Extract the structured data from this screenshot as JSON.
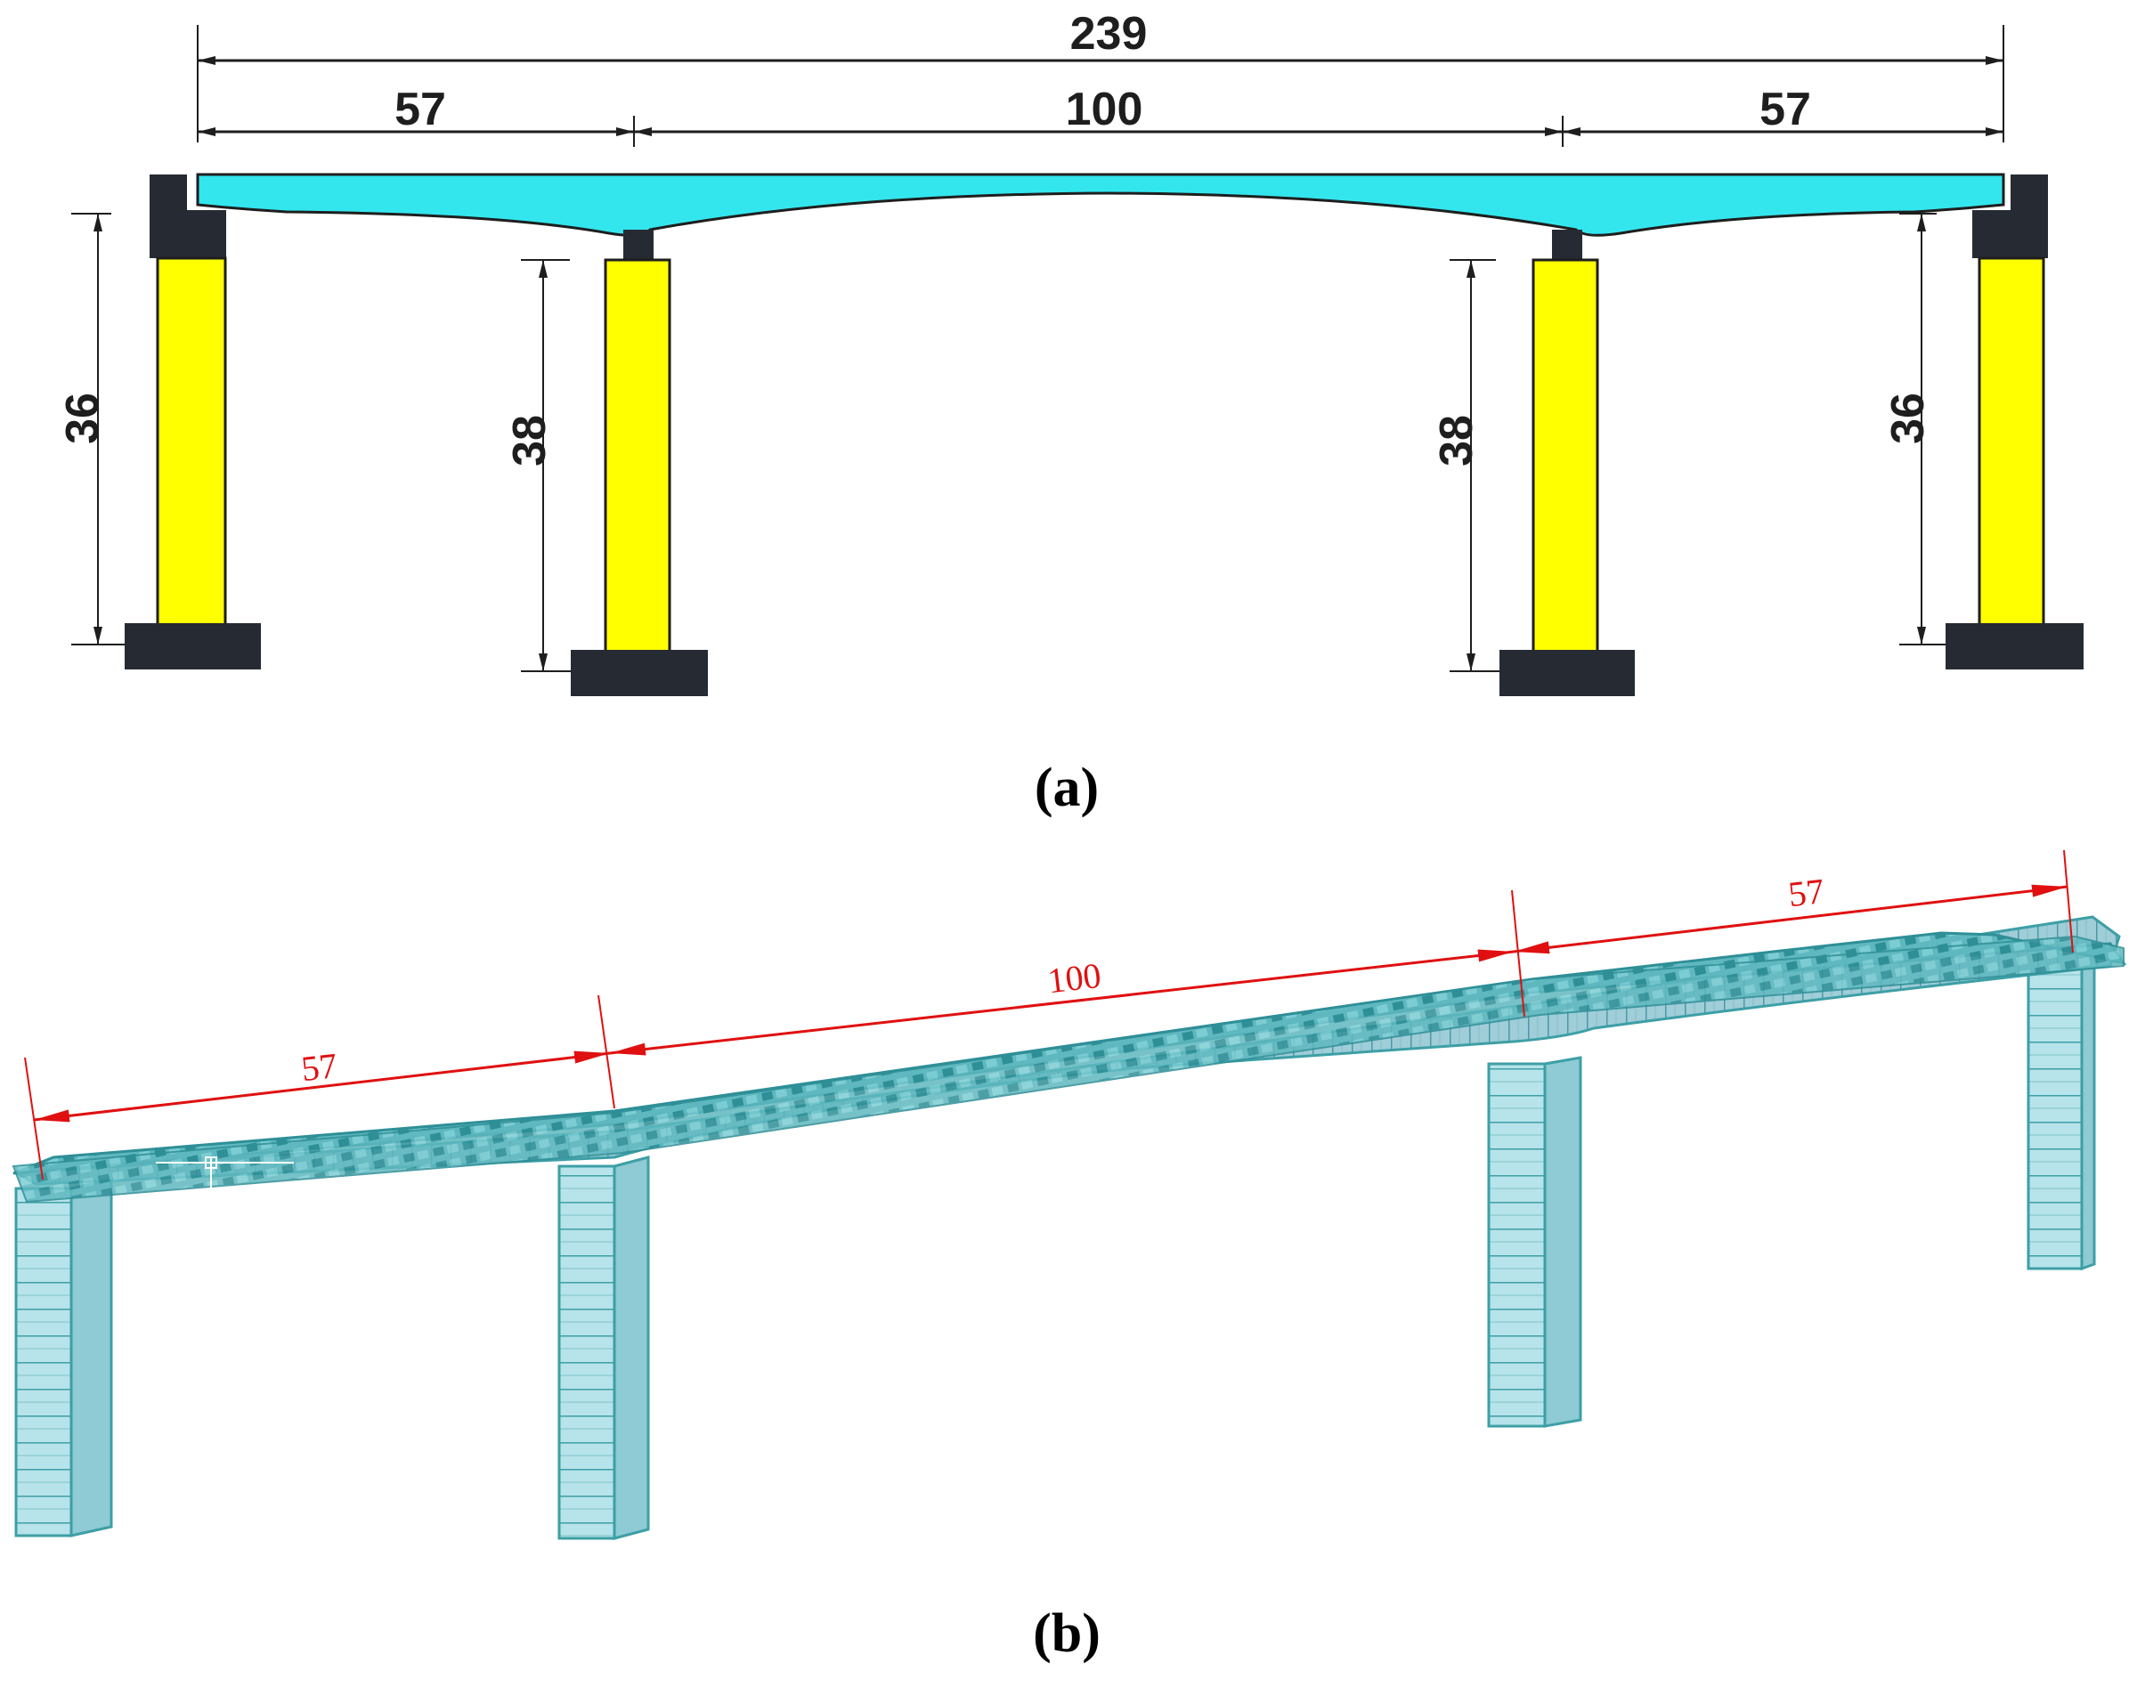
{
  "panel_a": {
    "caption": "(a)",
    "overall_span": "239",
    "span_left": "57",
    "span_center": "100",
    "span_right": "57",
    "height_left_abutment": "36",
    "height_left_pier": "38",
    "height_right_pier": "38",
    "height_right_abutment": "36",
    "colors": {
      "deck": "#33e6ee",
      "pier": "#ffff00",
      "footing": "#262b33",
      "dim_line": "#1e1e1e"
    }
  },
  "panel_b": {
    "caption": "(b)",
    "span_left": "57",
    "span_center": "100",
    "span_right": "57",
    "colors": {
      "mesh_fill": "#a8d8e0",
      "mesh_line": "#3d9fa6",
      "dim_line": "#e01010"
    }
  }
}
